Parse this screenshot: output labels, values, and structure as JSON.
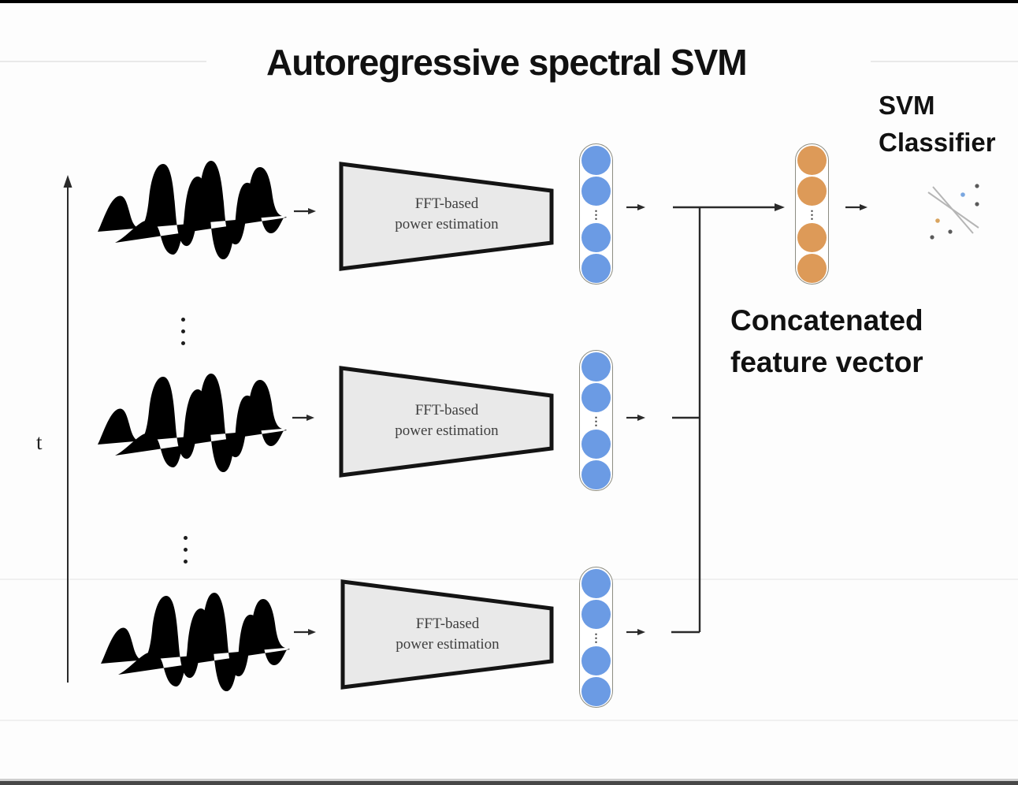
{
  "title": "Autoregressive spectral SVM",
  "time_axis_label": "t",
  "svm_classifier_label": {
    "line1": "SVM",
    "line2": "Classifier"
  },
  "concatenated_label": {
    "line1": "Concatenated",
    "line2": "feature vector"
  },
  "glyphs": {
    "vertical_ellipsis": "⋮"
  },
  "rows": [
    {
      "box_label": {
        "line1": "FFT-based",
        "line2": "power estimation"
      }
    },
    {
      "box_label": {
        "line1": "FFT-based",
        "line2": "power estimation"
      }
    },
    {
      "box_label": {
        "line1": "FFT-based",
        "line2": "power estimation"
      }
    }
  ],
  "colors": {
    "blue_feature": "#6b9be4",
    "orange_feature": "#dd9a58",
    "box_fill": "#e9e9e9",
    "box_border": "#141414",
    "line": "#2a2a2a",
    "scatter_line": "#b5b5b5"
  }
}
